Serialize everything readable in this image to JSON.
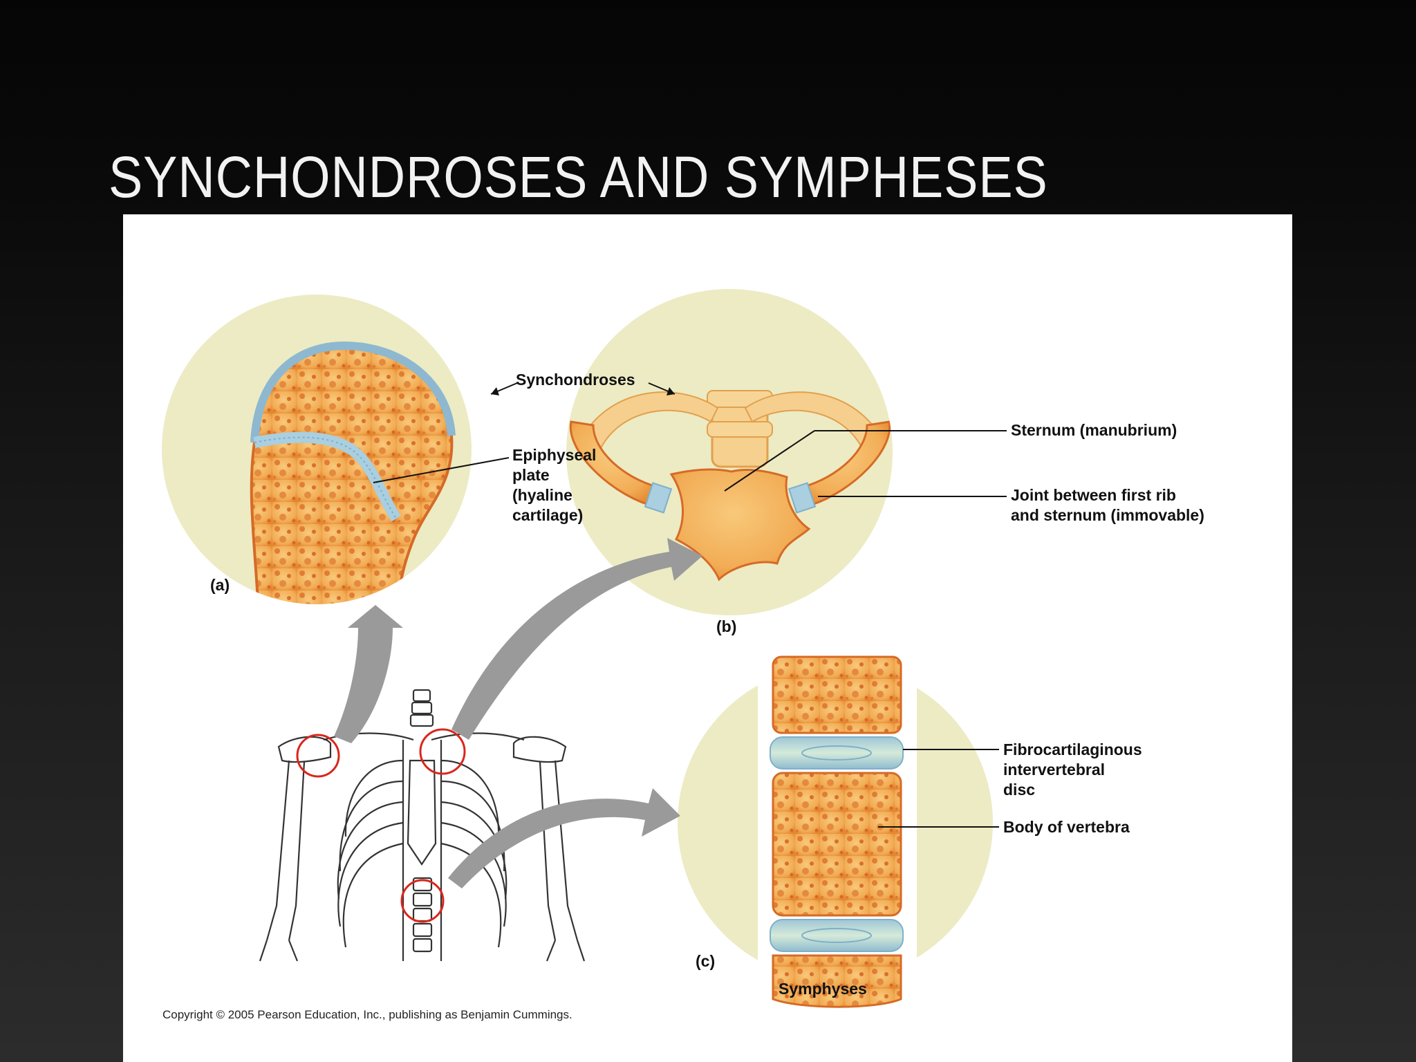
{
  "slide": {
    "title": "SYNCHONDROSES AND SYMPHESES"
  },
  "figure": {
    "group_labels": {
      "synchondroses": "Synchondroses",
      "symphyses": "Symphyses"
    },
    "panels": {
      "a": {
        "tag": "(a)",
        "callouts": [
          "Epiphyseal",
          "plate",
          "(hyaline",
          "cartilage)"
        ]
      },
      "b": {
        "tag": "(b)",
        "callout_sternum": "Sternum (manubrium)",
        "callout_joint": [
          "Joint between first rib",
          "and sternum (immovable)"
        ]
      },
      "c": {
        "tag": "(c)",
        "callout_disc": [
          "Fibrocartilaginous",
          "intervertebral",
          "disc"
        ],
        "callout_body": "Body of vertebra"
      }
    },
    "copyright": "Copyright © 2005 Pearson Education, Inc., publishing as Benjamin Cummings.",
    "colors": {
      "bone": "#f3b15a",
      "bone_edge": "#e0782a",
      "cartilage": "#a9cfe0",
      "circle_bg": "#ecebc4",
      "arrow": "#9a9a9a",
      "highlight_ring": "#d9261c"
    }
  }
}
